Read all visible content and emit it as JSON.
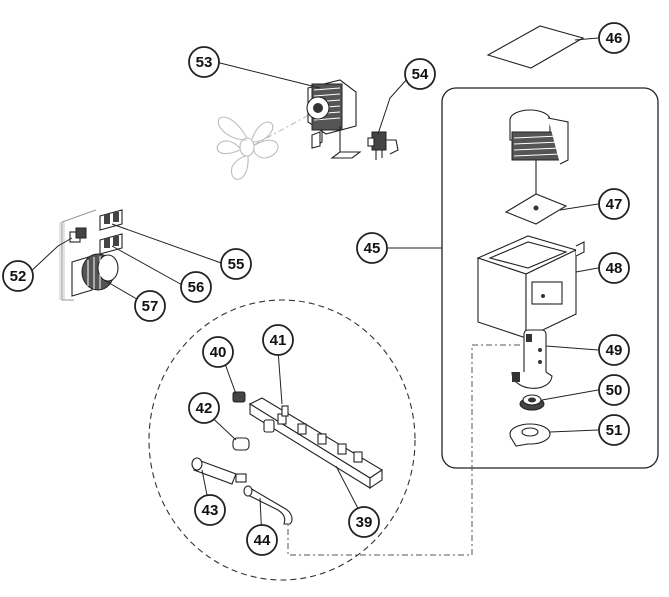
{
  "callouts": {
    "c39": "39",
    "c40": "40",
    "c41": "41",
    "c42": "42",
    "c43": "43",
    "c44": "44",
    "c45": "45",
    "c46": "46",
    "c47": "47",
    "c48": "48",
    "c49": "49",
    "c50": "50",
    "c51": "51",
    "c52": "52",
    "c53": "53",
    "c54": "54",
    "c55": "55",
    "c56": "56",
    "c57": "57"
  },
  "colors": {
    "line": "#222222",
    "light": "#bfbfbf",
    "part_fill": "#ffffff",
    "dark_fill": "#555555"
  }
}
